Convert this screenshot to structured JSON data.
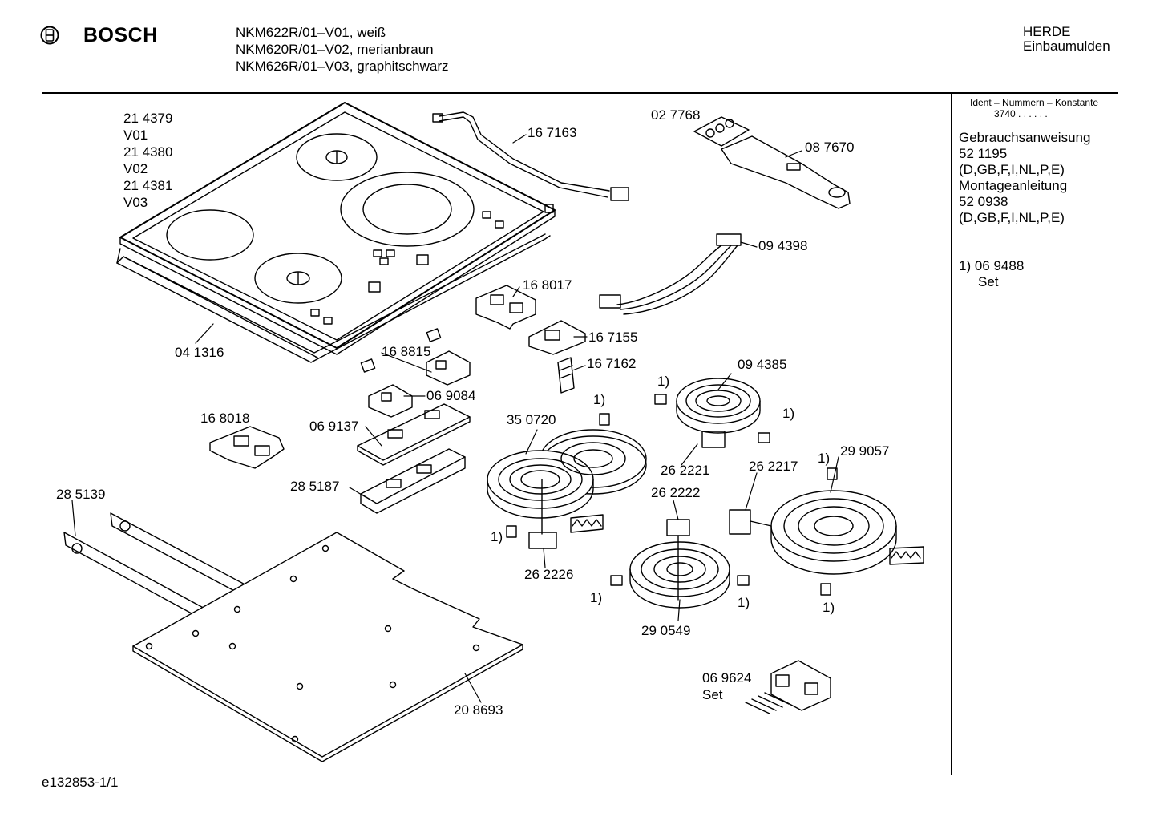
{
  "brand": "BOSCH",
  "models": [
    "NKM622R/01–V01, weiß",
    "NKM620R/01–V02, merianbraun",
    "NKM626R/01–V03, graphitschwarz"
  ],
  "category": [
    "HERDE",
    "Einbaumulden"
  ],
  "sidebar": {
    "ident_header": "Ident – Nummern – Konstante",
    "konstante": "3740  .  .  .  .  .  .",
    "lines": [
      "Gebrauchsanweisung",
      "52 1195",
      "(D,GB,F,I,NL,P,E)",
      "Montageanleitung",
      "52 0938",
      "(D,GB,F,I,NL,P,E)"
    ],
    "footnote_number": "1)  06 9488",
    "footnote_set": "Set"
  },
  "labels": {
    "hob_214379": "21 4379",
    "v01": "V01",
    "hob_214380": "21 4380",
    "v02": "V02",
    "hob_214381": "21 4381",
    "v03": "V03",
    "p167163": "16 7163",
    "p027768": "02 7768",
    "p087670": "08 7670",
    "p094398": "09 4398",
    "p168017": "16 8017",
    "p167155": "16 7155",
    "p041316": "04 1316",
    "p168815": "16 8815",
    "p167162": "16 7162",
    "p094385": "09 4385",
    "fn1": "1)",
    "p069084": "06 9084",
    "p168018": "16 8018",
    "p069137": "06 9137",
    "p350720": "35 0720",
    "p262221": "26 2221",
    "p262217": "26 2217",
    "p299057": "29 9057",
    "p285187": "28 5187",
    "p285139": "28 5139",
    "p262222": "26 2222",
    "p262226": "26 2226",
    "p290549": "29 0549",
    "p069624": "06 9624",
    "set": "Set",
    "p208693": "20 8693"
  },
  "doc_id": "e132853-1/1"
}
